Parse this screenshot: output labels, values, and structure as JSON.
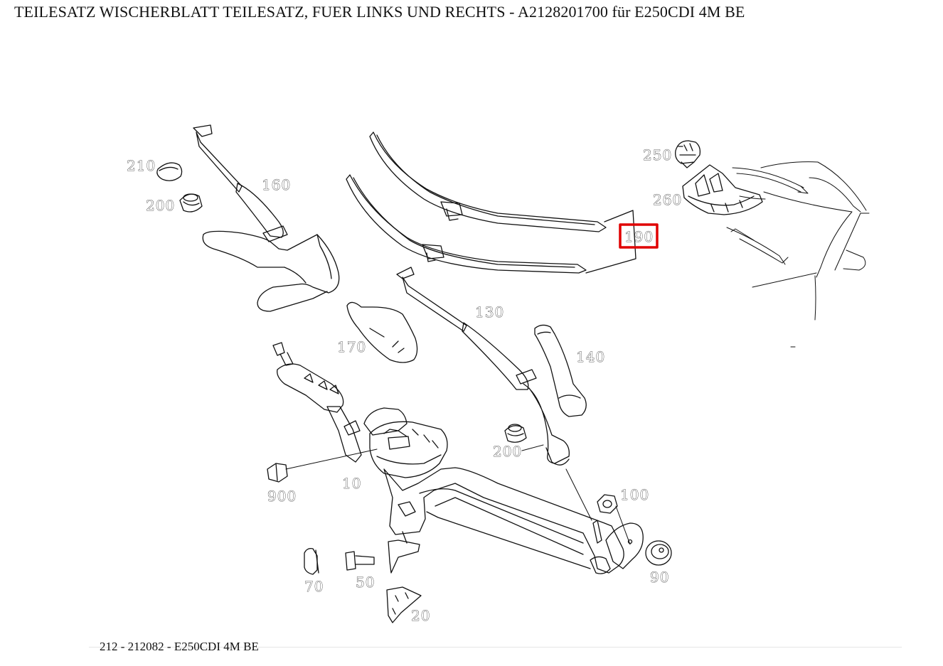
{
  "title": "TEILESATZ WISCHERBLATT TEILESATZ, FUER LINKS UND RECHTS - A2128201700 für E250CDI 4M BE",
  "footer": "212 - 212082 - E250CDI 4M BE",
  "highlight_color": "#e00000",
  "highlighted_part": "190",
  "labels": {
    "p210": "210",
    "p200a": "200",
    "p160": "160",
    "p190": "190",
    "p250": "250",
    "p260": "260",
    "p130": "130",
    "p170": "170",
    "p140": "140",
    "p200b": "200",
    "p100": "100",
    "p10": "10",
    "p900": "900",
    "p90": "90",
    "p70": "70",
    "p50": "50",
    "p20": "20"
  }
}
